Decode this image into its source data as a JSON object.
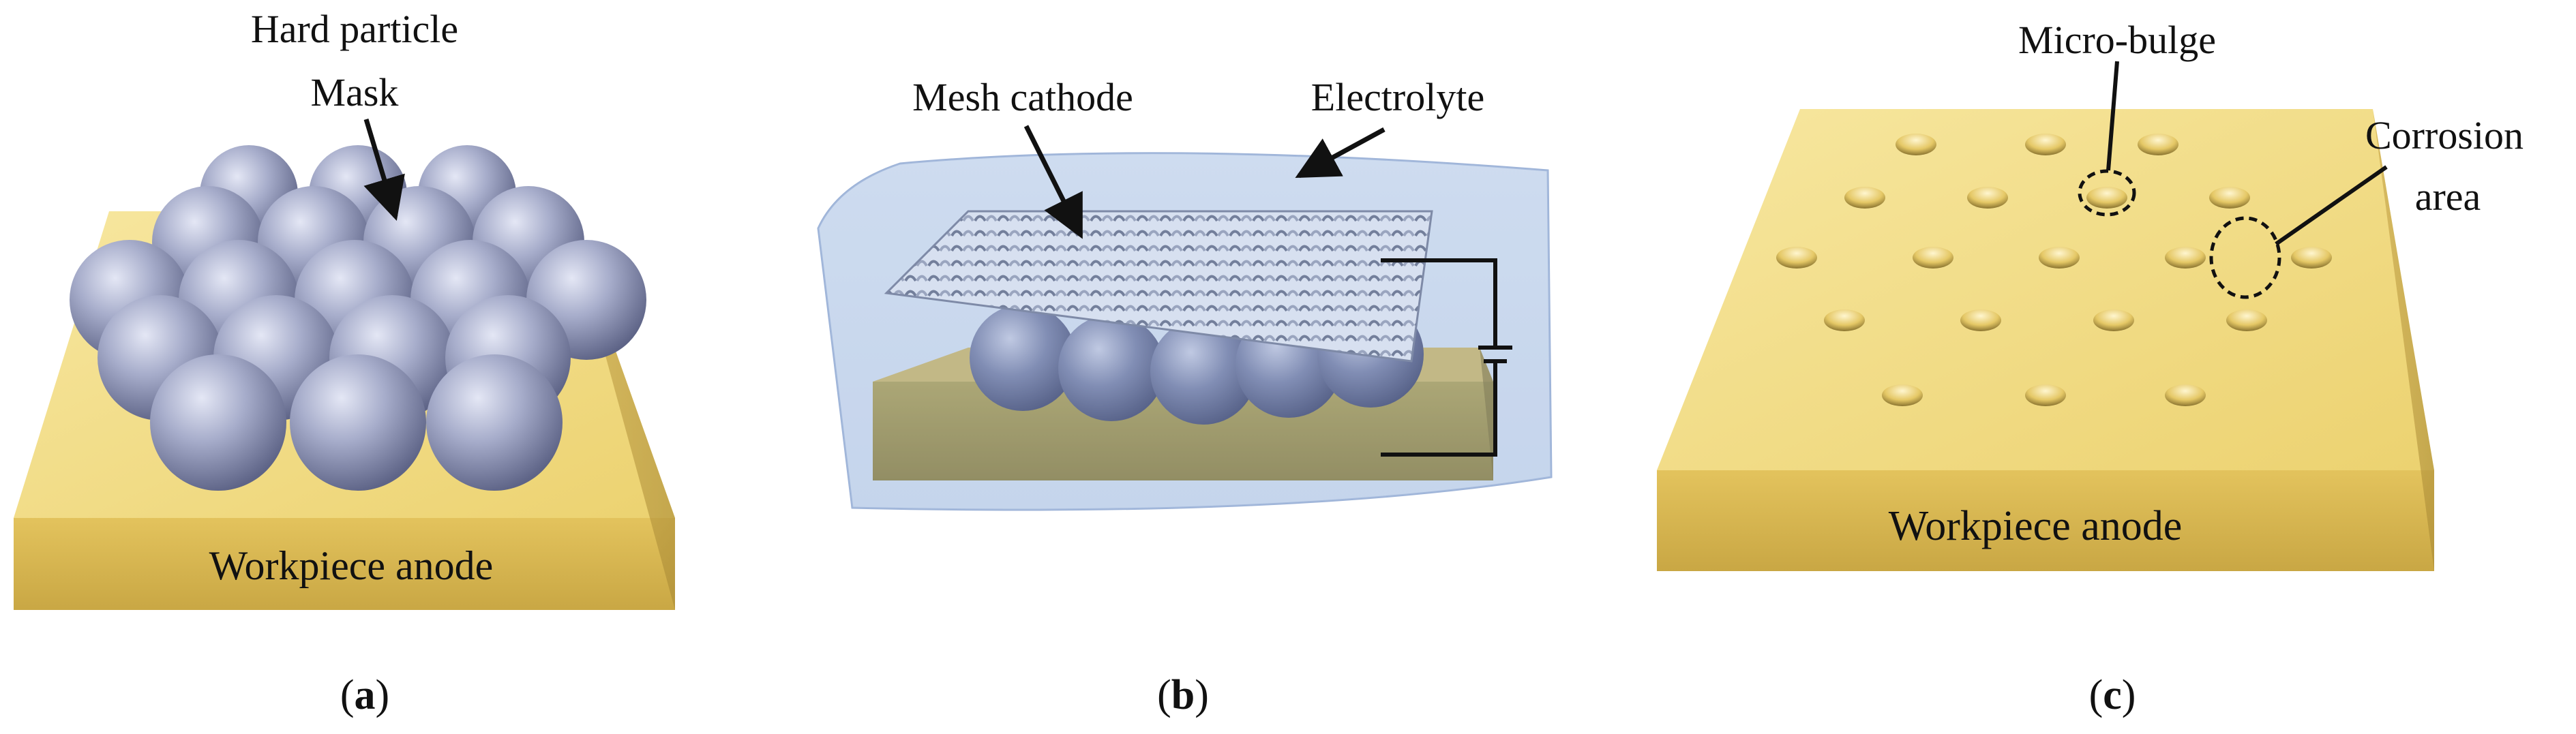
{
  "panels": {
    "a": {
      "caption_letter": "a",
      "labels": {
        "hard_particle": "Hard particle",
        "mask": "Mask",
        "workpiece": "Workpiece anode"
      }
    },
    "b": {
      "caption_letter": "b",
      "labels": {
        "mesh_cathode": "Mesh cathode",
        "electrolyte": "Electrolyte"
      }
    },
    "c": {
      "caption_letter": "c",
      "labels": {
        "micro_bulge": "Micro-bulge",
        "corrosion_line1": "Corrosion",
        "corrosion_line2": "area",
        "workpiece": "Workpiece anode"
      }
    }
  },
  "colors": {
    "gold_top": "#f3dc7a",
    "gold_front": "#d9b64e",
    "gold_side": "#b9953a",
    "sphere_light": "#d3d7ec",
    "sphere_dark": "#6f7597",
    "electrolyte": "#b8cbe6",
    "mesh": "#7f8aa6"
  }
}
